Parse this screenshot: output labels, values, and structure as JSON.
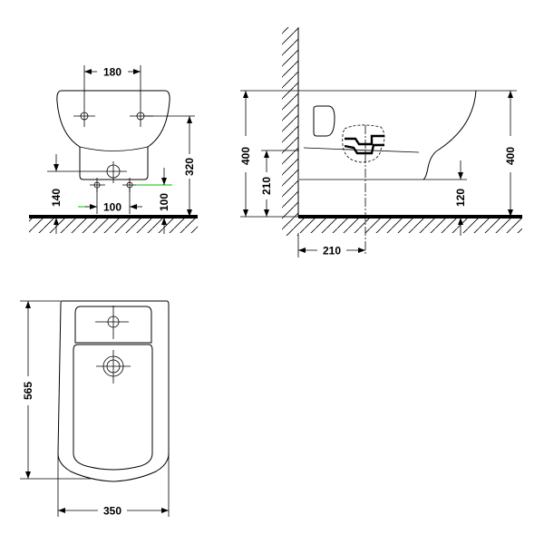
{
  "title": "Wall-hung bidet dimension drawing",
  "front_view": {
    "dimensions": {
      "tap_hole_spacing": "180",
      "tap_height": "320",
      "waste_height": "140",
      "supply_spacing": "100",
      "supply_height": "100"
    }
  },
  "side_view": {
    "dimensions": {
      "rim_height_left": "400",
      "waste_height": "210",
      "rim_height_right": "400",
      "bottom_height": "120",
      "waste_wall_distance": "210"
    }
  },
  "top_view": {
    "dimensions": {
      "length": "565",
      "width": "350"
    }
  },
  "colors": {
    "line": "#000000",
    "accent": "#00c000"
  }
}
